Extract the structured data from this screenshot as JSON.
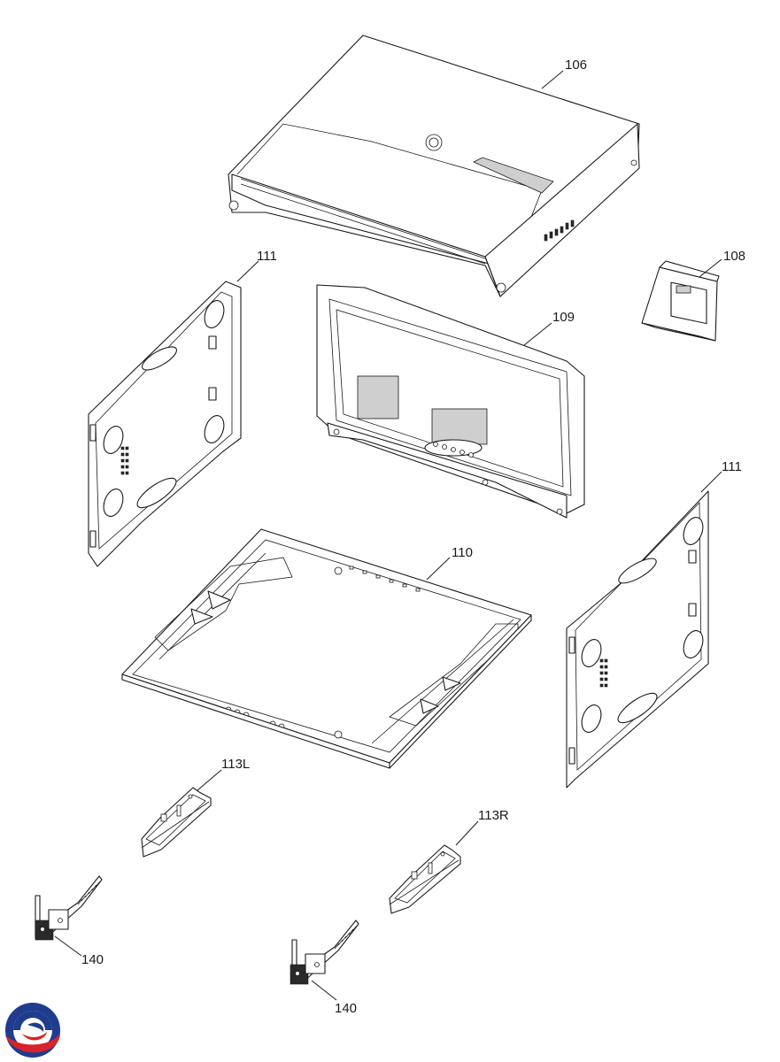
{
  "parts": [
    {
      "id": "106",
      "label": "106"
    },
    {
      "id": "108",
      "label": "108"
    },
    {
      "id": "109",
      "label": "109"
    },
    {
      "id": "110",
      "label": "110"
    },
    {
      "id": "111-left",
      "label": "111"
    },
    {
      "id": "111-right",
      "label": "111"
    },
    {
      "id": "113L",
      "label": "113L"
    },
    {
      "id": "113R",
      "label": "113R"
    },
    {
      "id": "140-left",
      "label": "140"
    },
    {
      "id": "140-right",
      "label": "140"
    }
  ],
  "colors": {
    "line": "#1a1a1a",
    "logo_blue": "#1f3c8f",
    "logo_red": "#d8232a"
  }
}
